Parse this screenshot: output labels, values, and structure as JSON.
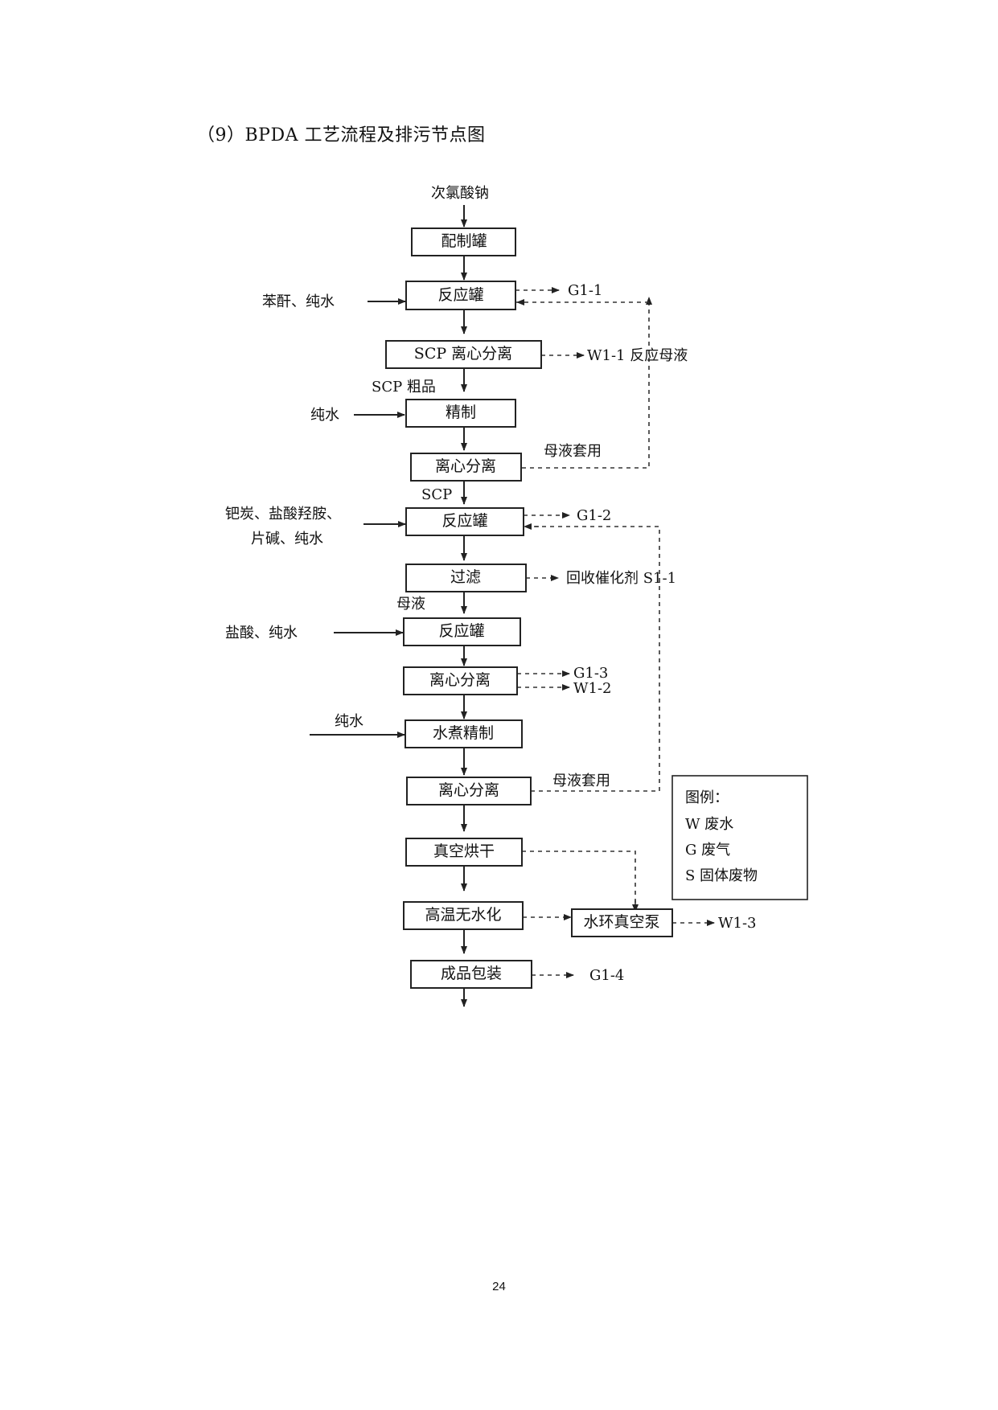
{
  "heading": "（9）BPDA 工艺流程及排污节点图",
  "page_number": "24",
  "inputs": {
    "top": "次氯酸钠",
    "benzene": "苯酐、纯水",
    "water1": "纯水",
    "catalyst_line1": "钯炭、盐酸羟胺、",
    "catalyst_line2": "片碱、纯水",
    "hcl": "盐酸、纯水",
    "water2": "纯水"
  },
  "steps": {
    "prep": "配制罐",
    "react1": "反应罐",
    "scp_sep": "SCP 离心分离",
    "refine": "精制",
    "sep1": "离心分离",
    "react2": "反应罐",
    "filter": "过滤",
    "react3": "反应罐",
    "sep2": "离心分离",
    "boil": "水煮精制",
    "sep3": "离心分离",
    "dry": "真空烘干",
    "dehydrate": "高温无水化",
    "pump": "水环真空泵",
    "pack": "成品包装"
  },
  "intermediates": {
    "scp_crude": "SCP 粗品",
    "scp": "SCP",
    "mother": "母液",
    "reuse1": "母液套用",
    "reuse2": "母液套用"
  },
  "emissions": {
    "g1_1": "G1-1",
    "w1_1": "W1-1 反应母液",
    "g1_2": "G1-2",
    "s1_1": "回收催化剂 S1-1",
    "g1_3": "G1-3",
    "w1_2": "W1-2",
    "w1_3": "W1-3",
    "g1_4": "G1-4"
  },
  "legend": {
    "title": "图例：",
    "w": "W  废水",
    "g": "G  废气",
    "s": "S  固体废物"
  }
}
